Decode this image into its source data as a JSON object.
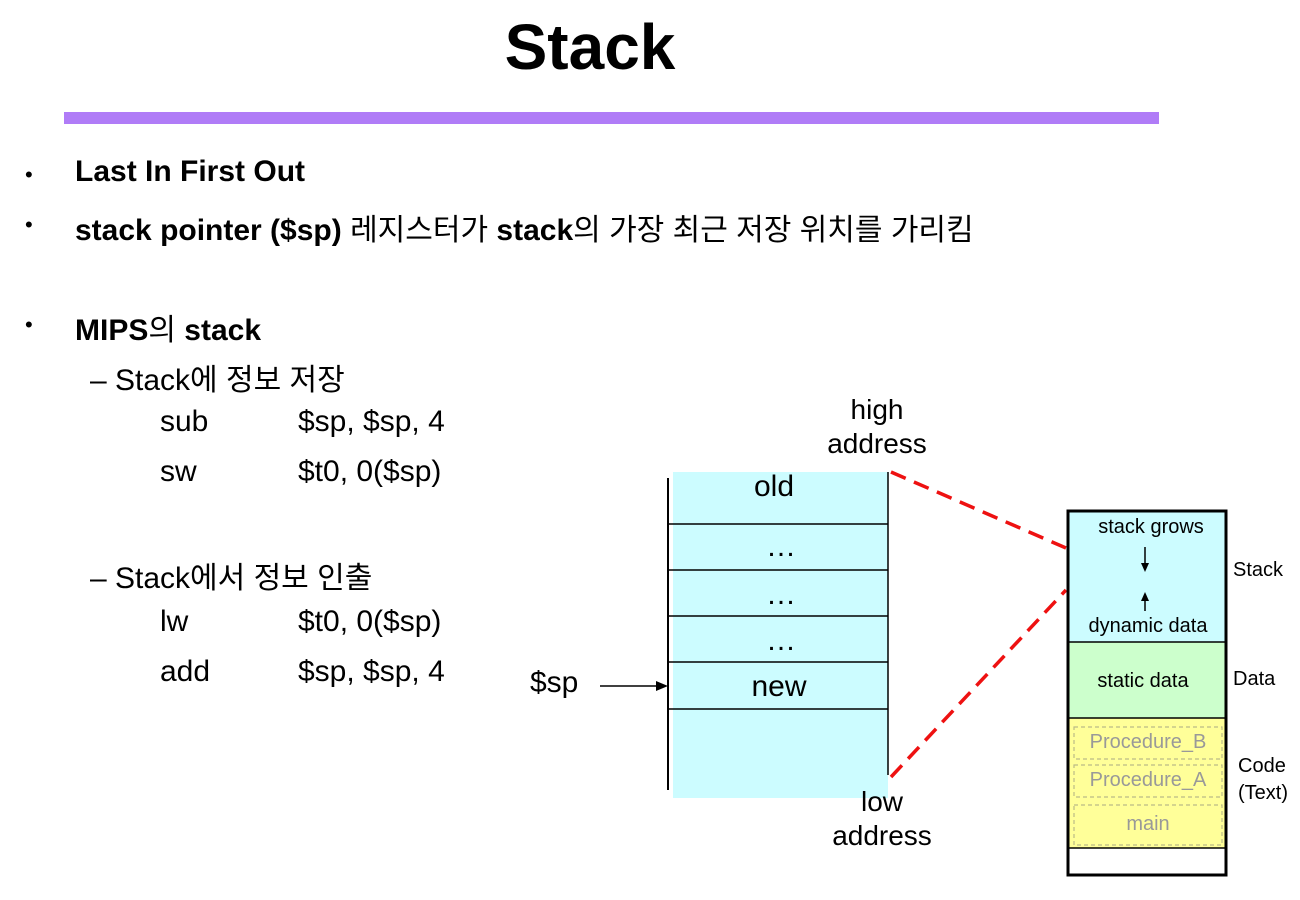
{
  "title": "Stack",
  "colors": {
    "title_bar": "#b07cf7",
    "stack_fill": "#ccfcff",
    "data_fill": "#ccffcc",
    "code_fill": "#ffff99",
    "dashed_line": "#ee1111"
  },
  "bullets": [
    {
      "marker": "•",
      "text": "Last In First Out"
    },
    {
      "marker": "•",
      "bold": "stack pointer ($sp)",
      "rest1": " 레지스터가 ",
      "bold2": "stack",
      "rest2": "의 가장 최근 저장 위치를 가리킴"
    },
    {
      "marker": "•",
      "bold": "MIPS",
      "rest1": "의 ",
      "bold2": "stack"
    }
  ],
  "store": {
    "heading": "– Stack에 정보 저장",
    "lines": [
      {
        "op": "sub",
        "args": "$sp, $sp, 4"
      },
      {
        "op": "sw",
        "args": "$t0, 0($sp)"
      }
    ]
  },
  "load": {
    "heading": "– Stack에서 정보 인출",
    "lines": [
      {
        "op": "lw",
        "args": "$t0, 0($sp)"
      },
      {
        "op": "add",
        "args": "$sp, $sp, 4"
      }
    ]
  },
  "stack_diagram": {
    "high": "high",
    "high2": "address",
    "low": "low",
    "low2": "address",
    "sp_label": "$sp",
    "cells": [
      "old",
      "…",
      "…",
      "…",
      "new"
    ]
  },
  "memory_map": {
    "stack_grows": "stack grows",
    "dynamic_data": "dynamic data",
    "static_data": "static data",
    "procedures": [
      "Procedure_B",
      "Procedure_A",
      "main"
    ],
    "side_labels": {
      "stack": "Stack",
      "data": "Data",
      "code1": "Code",
      "code2": "(Text)"
    }
  }
}
